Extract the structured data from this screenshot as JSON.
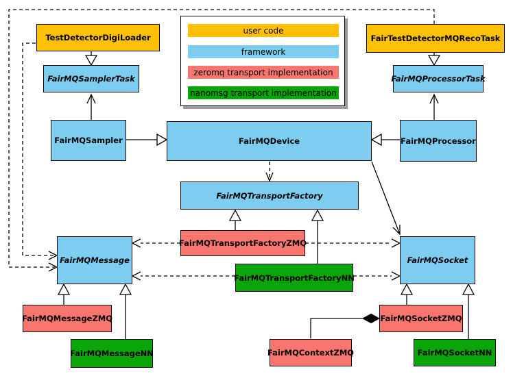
{
  "colors": {
    "user": "#FFC107",
    "framework": "#7DCDF1",
    "zeromq": "#F8766D",
    "nanomsg": "#09A509",
    "line": "#000000"
  },
  "legend": {
    "items": [
      {
        "label": "user code",
        "color": "#FFC107"
      },
      {
        "label": "framework",
        "color": "#7DCDF1"
      },
      {
        "label": "zeromq transport implementation",
        "color": "#F8766D"
      },
      {
        "label": "nanomsg transport implementation",
        "color": "#09A509"
      }
    ]
  },
  "nodes": {
    "testDetectorDigiLoader": {
      "label": "TestDetectorDigiLoader",
      "category": "user",
      "abstract": false
    },
    "fairTestDetectorMQRecoTask": {
      "label": "FairTestDetectorMQRecoTask",
      "category": "user",
      "abstract": false
    },
    "fairMQSamplerTask": {
      "label": "FairMQSamplerTask",
      "category": "framework",
      "abstract": true
    },
    "fairMQProcessorTask": {
      "label": "FairMQProcessorTask",
      "category": "framework",
      "abstract": true
    },
    "fairMQSampler": {
      "label": "FairMQSampler",
      "category": "framework",
      "abstract": false
    },
    "fairMQDevice": {
      "label": "FairMQDevice",
      "category": "framework",
      "abstract": false
    },
    "fairMQProcessor": {
      "label": "FairMQProcessor",
      "category": "framework",
      "abstract": false
    },
    "fairMQTransportFactory": {
      "label": "FairMQTransportFactory",
      "category": "framework",
      "abstract": true
    },
    "fairMQTransportFactoryZMQ": {
      "label": "FairMQTransportFactoryZMQ",
      "category": "zeromq",
      "abstract": false
    },
    "fairMQTransportFactoryNN": {
      "label": "FairMQTransportFactoryNN",
      "category": "nanomsg",
      "abstract": false
    },
    "fairMQMessage": {
      "label": "FairMQMessage",
      "category": "framework",
      "abstract": true
    },
    "fairMQSocket": {
      "label": "FairMQSocket",
      "category": "framework",
      "abstract": true
    },
    "fairMQMessageZMQ": {
      "label": "FairMQMessageZMQ",
      "category": "zeromq",
      "abstract": false
    },
    "fairMQMessageNN": {
      "label": "FairMQMessageNN",
      "category": "nanomsg",
      "abstract": false
    },
    "fairMQContextZMQ": {
      "label": "FairMQContextZMQ",
      "category": "zeromq",
      "abstract": false
    },
    "fairMQSocketZMQ": {
      "label": "FairMQSocketZMQ",
      "category": "zeromq",
      "abstract": false
    },
    "fairMQSocketNN": {
      "label": "FairMQSocketNN",
      "category": "nanomsg",
      "abstract": false
    }
  }
}
